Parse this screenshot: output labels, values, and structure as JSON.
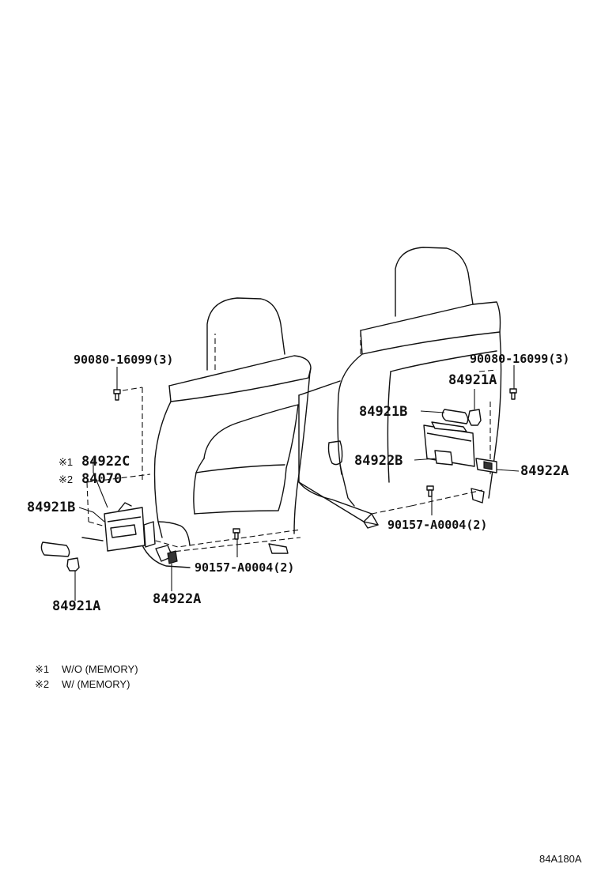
{
  "parts": {
    "left_screw_top": "90080-16099(3)",
    "left_84922c": "84922C",
    "left_84070": "84070",
    "left_mark1": "※1",
    "left_mark2": "※2",
    "left_84921b": "84921B",
    "left_84921a": "84921A",
    "left_84922a": "84922A",
    "left_screw_bottom": "90157-A0004(2)",
    "right_screw_top": "90080-16099(3)",
    "right_84921a": "84921A",
    "right_84921b": "84921B",
    "right_84922b": "84922B",
    "right_84922a": "84922A",
    "right_screw_bottom": "90157-A0004(2)"
  },
  "notes": [
    {
      "mark": "※1",
      "text": "W/O (MEMORY)"
    },
    {
      "mark": "※2",
      "text": "W/ (MEMORY)"
    }
  ],
  "figure_code": "84A180A"
}
